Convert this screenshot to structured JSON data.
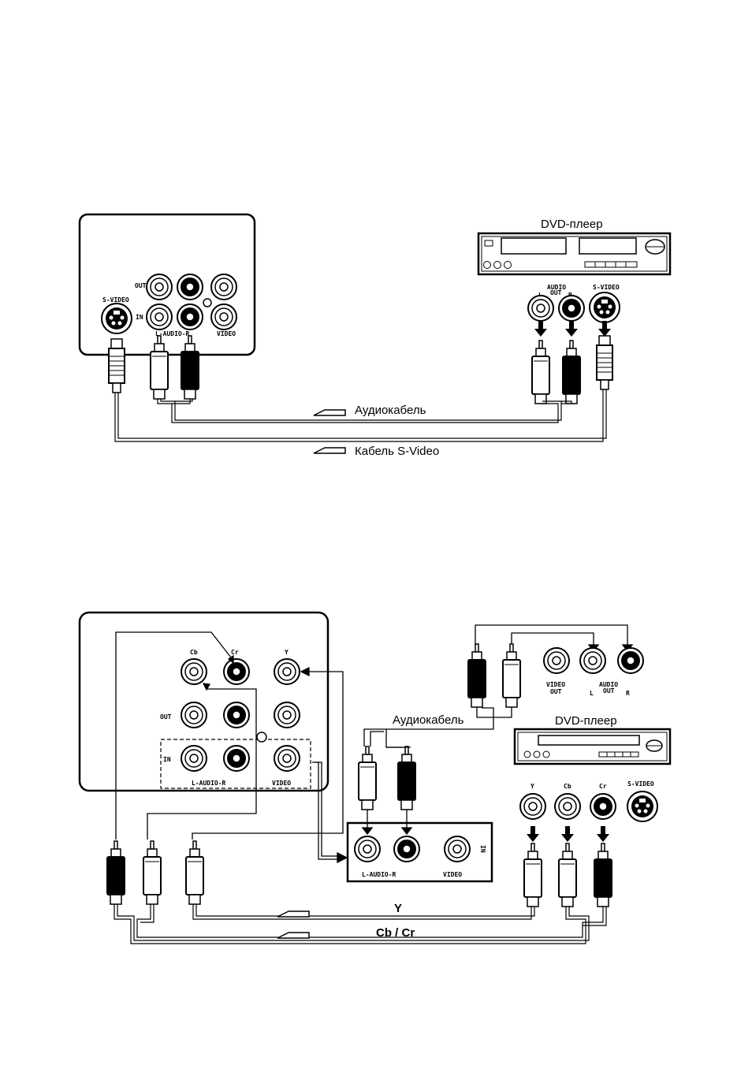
{
  "diagram1": {
    "tv_jacks": {
      "svideo": "S-VIDEO",
      "out": "OUT",
      "in": "IN",
      "audio": "L-AUDIO-R",
      "video": "VIDEO"
    },
    "dvd": {
      "title": "DVD-плеер",
      "audio_out": "AUDIO",
      "out": "OUT",
      "l": "L",
      "r": "R",
      "svideo": "S-VIDEO"
    },
    "cables": {
      "audio": "Аудиокабель",
      "svideo": "Кабель S-Video"
    }
  },
  "diagram2": {
    "tv_jacks": {
      "cb": "Cb",
      "cr": "Cr",
      "y": "Y",
      "out": "OUT",
      "in": "IN",
      "audio": "L-AUDIO-R",
      "video": "VIDEO"
    },
    "dvd_top_panel": {
      "video_out_1": "VIDEO",
      "video_out_2": "OUT",
      "audio": "AUDIO",
      "l": "L",
      "out": "OUT",
      "r": "R"
    },
    "dvd": {
      "title": "DVD-плеер",
      "y": "Y",
      "cb": "Cb",
      "cr": "Cr",
      "svideo": "S-VIDEO"
    },
    "amp_panel": {
      "audio": "L-AUDIO-R",
      "video": "VIDEO",
      "in": "IN"
    },
    "cables": {
      "audio": "Аудиокабель",
      "y": "Y",
      "cbcr": "Cb / Cr"
    }
  }
}
